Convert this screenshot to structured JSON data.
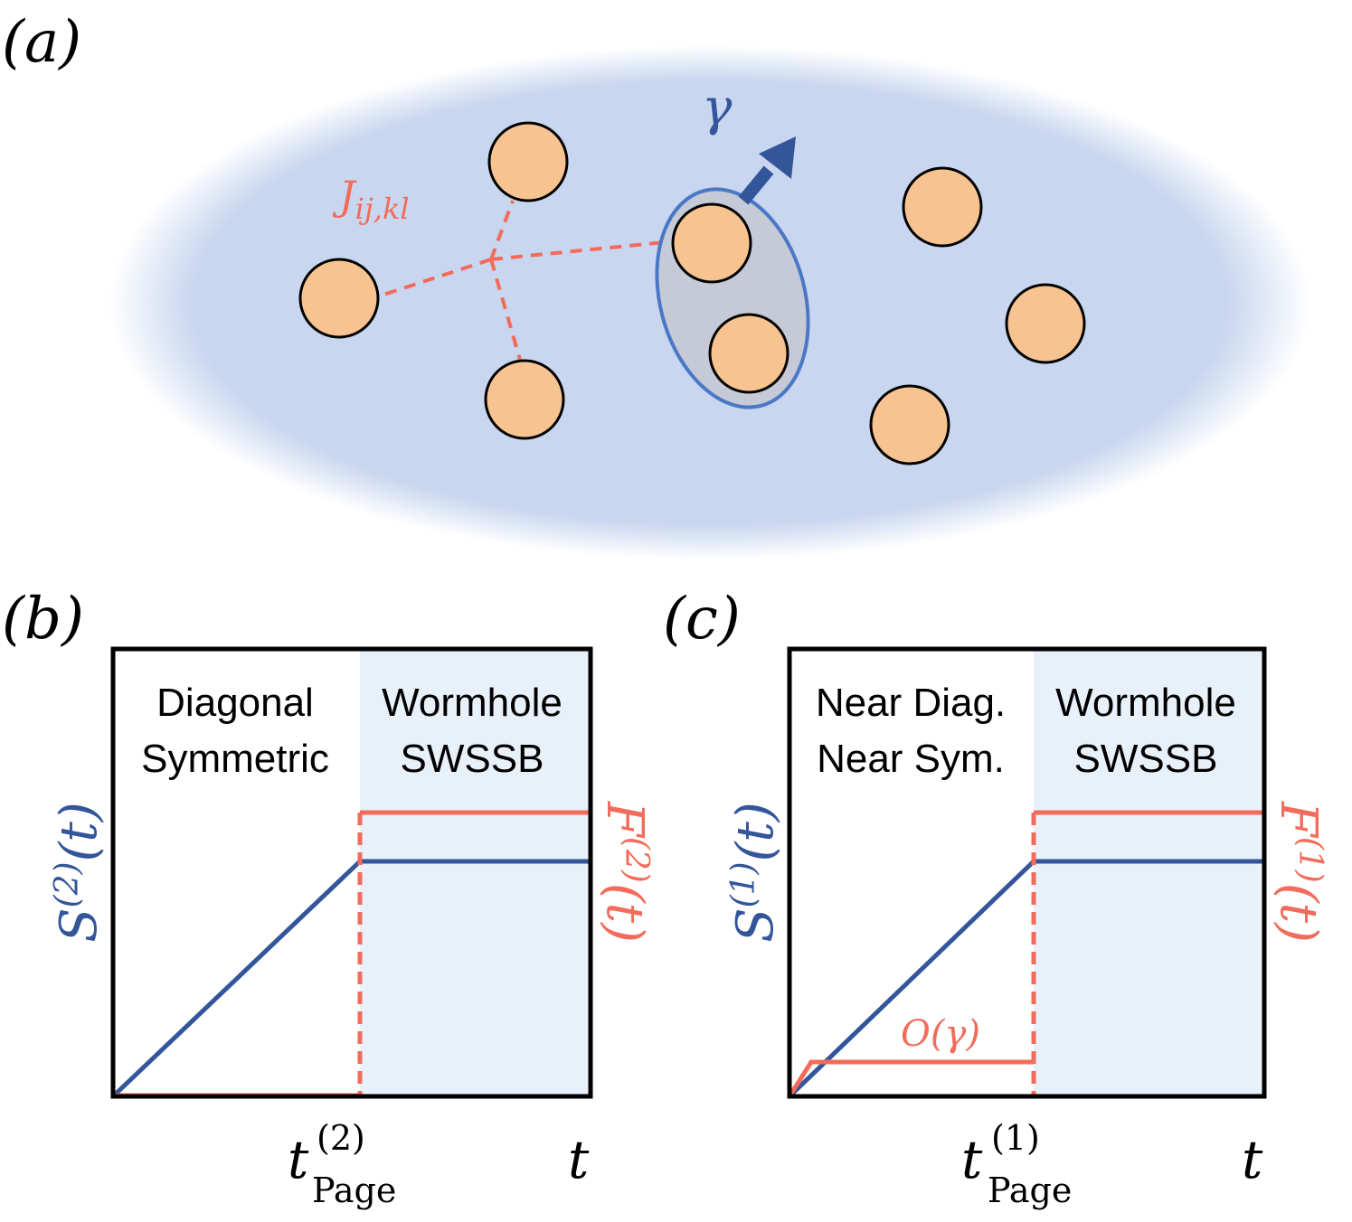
{
  "panel_a": {
    "label": "(a)",
    "coupling_label": {
      "base": "J",
      "sub": "ij,kl"
    },
    "dissipation_label": "γ",
    "colors": {
      "cloud": "#c9d6ef",
      "site": "#f7c491",
      "coupling": "#f26b5b",
      "arrow": "#33559a",
      "bath": "#c5cad6",
      "bath_stroke": "#4a78c6"
    }
  },
  "panel_b": {
    "label": "(b)",
    "left_region": [
      "Diagonal",
      "Symmetric"
    ],
    "right_region": [
      "Wormhole",
      "SWSSB"
    ],
    "left_axis": {
      "base": "S",
      "sup": "(2)",
      "arg": "(t)"
    },
    "right_axis": {
      "base": "F",
      "sup": "(2)",
      "arg": "(t)"
    },
    "tick": {
      "base": "t",
      "sup": "(2)",
      "sub": "Page"
    },
    "x_axis": "t"
  },
  "panel_c": {
    "label": "(c)",
    "left_region": [
      "Near Diag.",
      "Near Sym."
    ],
    "right_region": [
      "Wormhole",
      "SWSSB"
    ],
    "left_axis": {
      "base": "S",
      "sup": "(1)",
      "arg": "(t)"
    },
    "right_axis": {
      "base": "F",
      "sup": "(1)",
      "arg": "(t)"
    },
    "tick": {
      "base": "t",
      "sup": "(1)",
      "sub": "Page"
    },
    "annotation": "O(γ)",
    "x_axis": "t"
  },
  "colors": {
    "S": "#33559a",
    "F": "#f26b5b",
    "wormhole_bg": "#e8f0fa"
  }
}
